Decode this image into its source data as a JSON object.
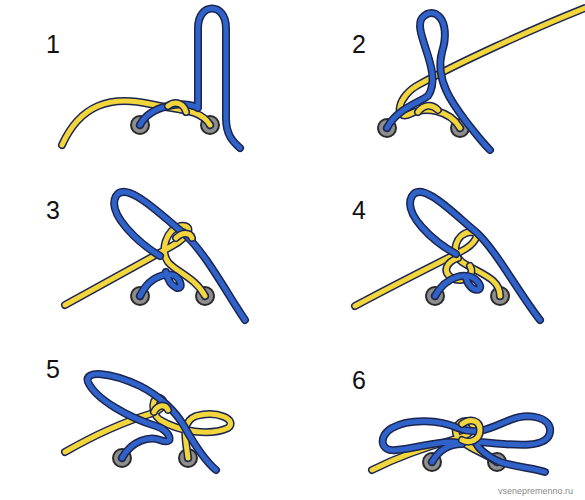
{
  "diagram": {
    "labels": [
      "1",
      "2",
      "3",
      "4",
      "5",
      "6",
      "vsenepremenno.ru"
    ]
  }
}
